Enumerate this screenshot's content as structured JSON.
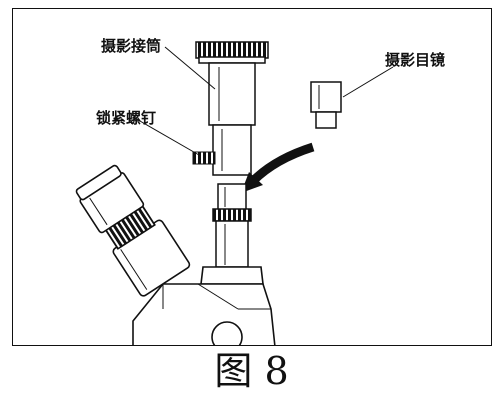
{
  "labels": {
    "adapter": "摄影接筒",
    "lock_screw": "锁紧螺钉",
    "photo_eyepiece": "摄影目镜"
  },
  "caption": "图 8",
  "icons": {
    "arrow": "curved-insert-arrow"
  }
}
